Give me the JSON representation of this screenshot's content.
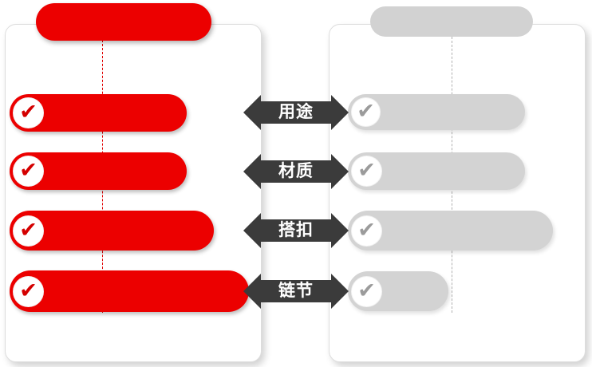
{
  "icons": {
    "check": "✔"
  },
  "colors": {
    "red_accent": "#ec0000",
    "gray_bar": "#d3d3d3",
    "gray_check": "#9b9b9b",
    "arrow_dark": "#3b3b3b",
    "panel_bg": "#ffffff"
  },
  "arrows": [
    {
      "label": "用途"
    },
    {
      "label": "材质"
    },
    {
      "label": "搭扣"
    },
    {
      "label": "链节"
    }
  ]
}
